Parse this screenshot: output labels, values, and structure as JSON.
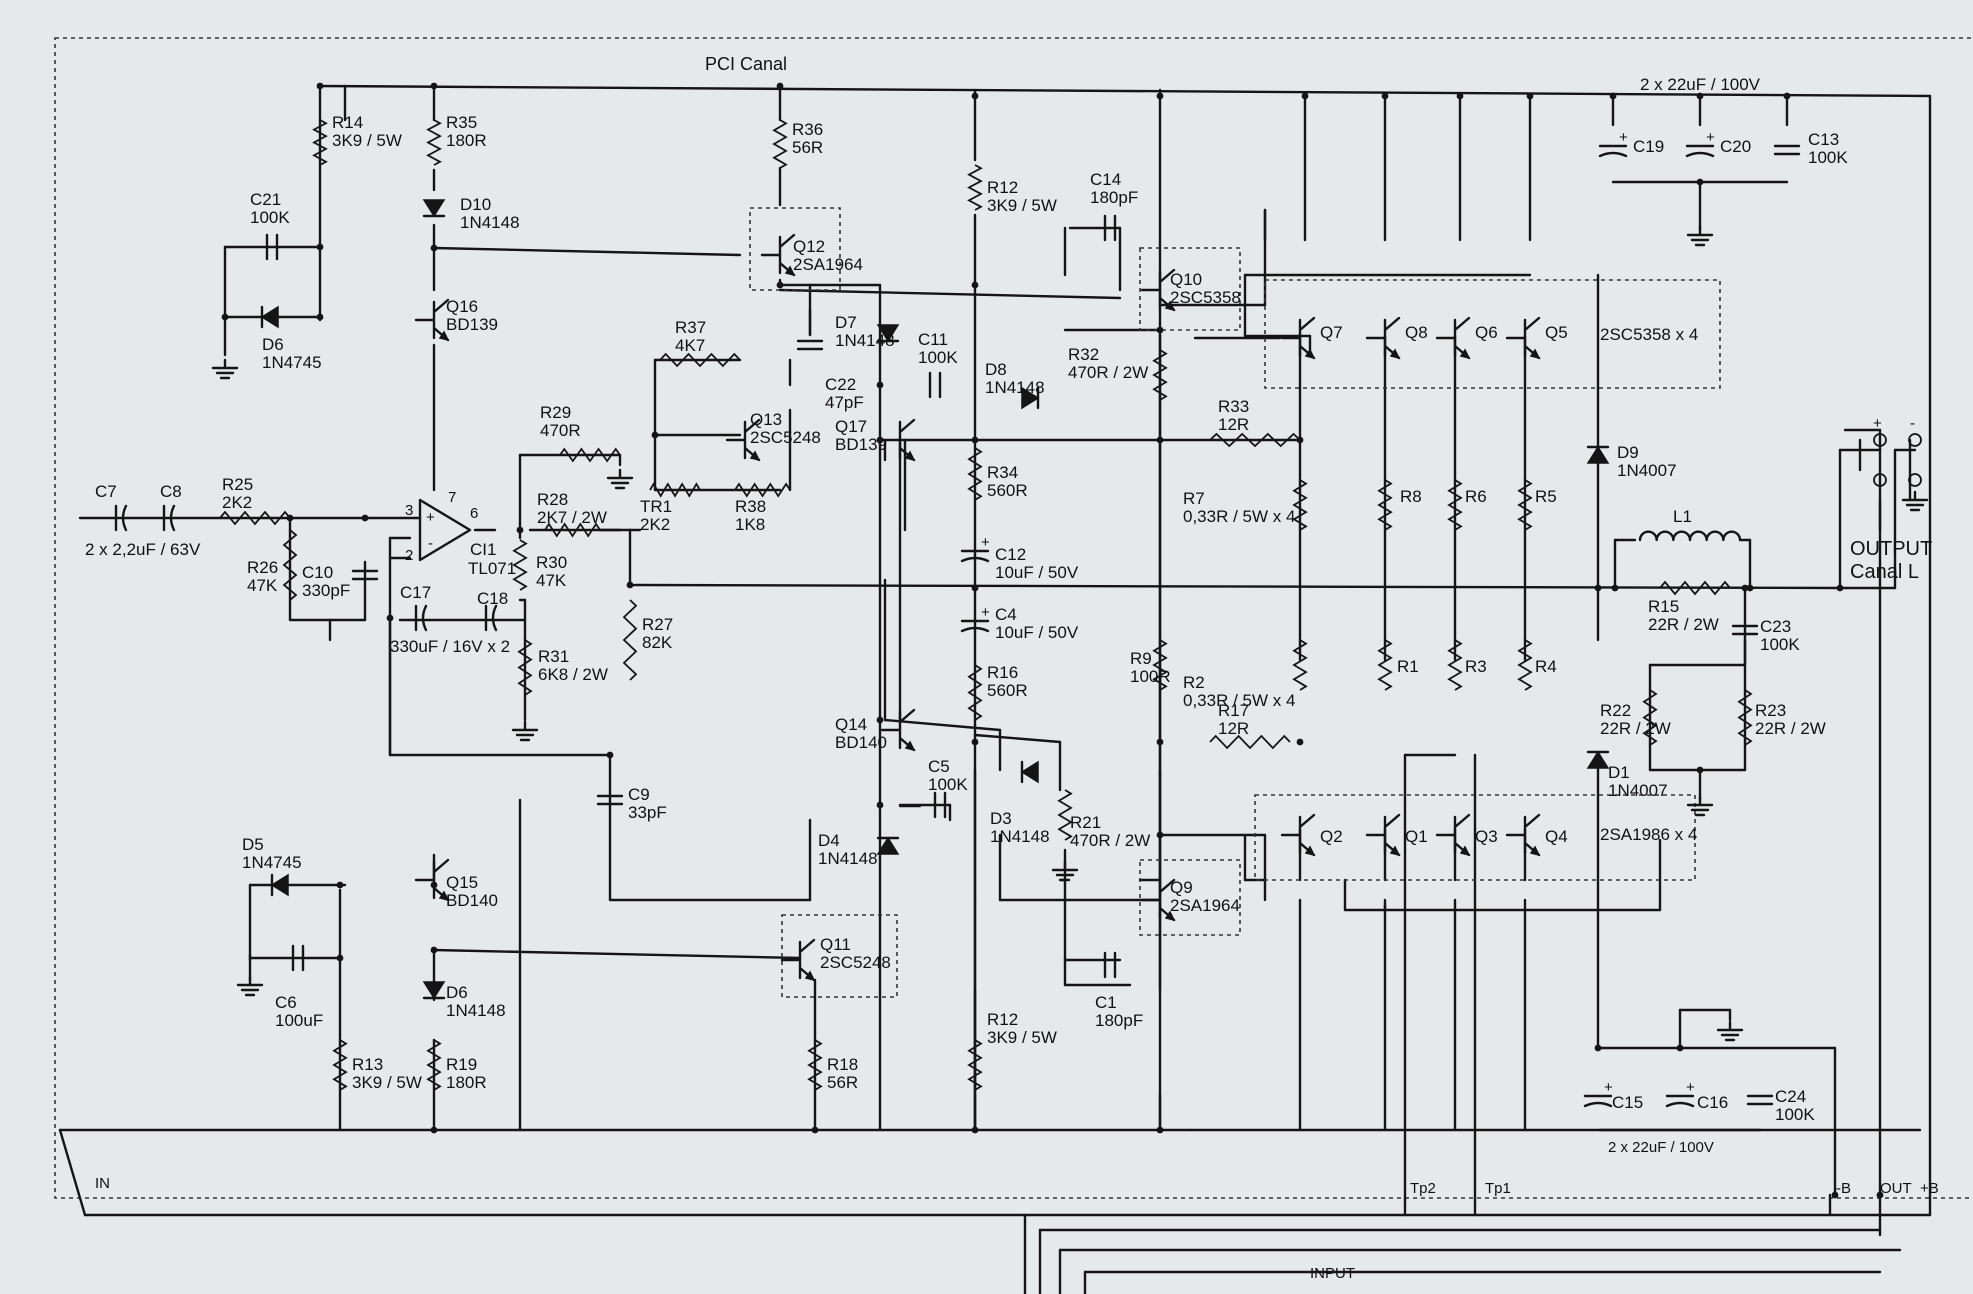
{
  "board_title": "PCI Canal",
  "caps_top_note": "2 x 22uF / 100V",
  "caps_bottom_note": "2 x 22uF / 100V",
  "output_label_1": "OUTPUT",
  "output_label_2": "Canal L",
  "input_caps_note": "2 x 2,2uF / 63V",
  "input_label": "INPUT",
  "terminals": {
    "in": "IN",
    "tp2": "Tp2",
    "tp1": "Tp1",
    "minus_b": "-B",
    "out": "OUT",
    "plus_b": "+B"
  },
  "nmos_group": "2SC5358 x 4",
  "pmos_group": "2SA1986 x 4",
  "opamp": {
    "ref": "CI1",
    "part": "TL071",
    "pin_plus": "3",
    "pin_minus": "2",
    "pin_out": "6",
    "pin_supply": "7"
  },
  "symbols": {
    "plus_terminal": "+",
    "minus_terminal": "-"
  },
  "components": {
    "R14": [
      "R14",
      "3K9 / 5W"
    ],
    "R35": [
      "R35",
      "180R"
    ],
    "D10": [
      "D10",
      "1N4148"
    ],
    "C21": [
      "C21",
      "100K"
    ],
    "Q16": [
      "Q16",
      "BD139"
    ],
    "D6a": [
      "D6",
      "1N4745"
    ],
    "R36": [
      "R36",
      "56R"
    ],
    "Q12": [
      "Q12",
      "2SA1964"
    ],
    "R12a": [
      "R12",
      "3K9 / 5W"
    ],
    "C14": [
      "C14",
      "180pF"
    ],
    "Q10": [
      "Q10",
      "2SC5358"
    ],
    "C19": [
      "C19",
      ""
    ],
    "C20": [
      "C20",
      ""
    ],
    "C13": [
      "C13",
      "100K"
    ],
    "R37": [
      "R37",
      "4K7"
    ],
    "D7": [
      "D7",
      "1N4148"
    ],
    "C11": [
      "C11",
      "100K"
    ],
    "D8": [
      "D8",
      "1N4148"
    ],
    "R32": [
      "R32",
      "470R / 2W"
    ],
    "C22": [
      "C22",
      "47pF"
    ],
    "Q13": [
      "Q13",
      "2SC5248"
    ],
    "Q17": [
      "Q17",
      "BD139"
    ],
    "R29": [
      "R29",
      "470R"
    ],
    "R33": [
      "R33",
      "12R"
    ],
    "D9": [
      "D9",
      "1N4007"
    ],
    "C7": [
      "C7",
      ""
    ],
    "C8": [
      "C8",
      ""
    ],
    "R25": [
      "R25",
      "2K2"
    ],
    "TR1": [
      "TR1",
      "2K2"
    ],
    "R38": [
      "R38",
      "1K8"
    ],
    "R34": [
      "R34",
      "560R"
    ],
    "R7": [
      "R7",
      "0,33R / 5W x 4"
    ],
    "R8": [
      "R8",
      ""
    ],
    "R6": [
      "R6",
      ""
    ],
    "R5": [
      "R5",
      ""
    ],
    "R28": [
      "R28",
      "2K7 / 2W"
    ],
    "R26": [
      "R26",
      "47K"
    ],
    "C10": [
      "C10",
      "330pF"
    ],
    "R30": [
      "R30",
      "47K"
    ],
    "C12": [
      "C12",
      "10uF / 50V"
    ],
    "L1": [
      "L1",
      ""
    ],
    "R15": [
      "R15",
      "22R / 2W"
    ],
    "C17": [
      "C17",
      ""
    ],
    "C18": [
      "C18",
      ""
    ],
    "C17_18_note": [
      "330uF / 16V x 2",
      ""
    ],
    "C4": [
      "C4",
      "10uF / 50V"
    ],
    "C23": [
      "C23",
      "100K"
    ],
    "R27": [
      "R27",
      "82K"
    ],
    "R31": [
      "R31",
      "6K8 / 2W"
    ],
    "R9": [
      "R9",
      "100R"
    ],
    "R2": [
      "R2",
      "0,33R / 5W x 4"
    ],
    "R1": [
      "R1",
      ""
    ],
    "R3": [
      "R3",
      ""
    ],
    "R4": [
      "R4",
      ""
    ],
    "R16": [
      "R16",
      "560R"
    ],
    "R22": [
      "R22",
      "22R / 2W"
    ],
    "R23": [
      "R23",
      "22R / 2W"
    ],
    "R17": [
      "R17",
      "12R"
    ],
    "Q14": [
      "Q14",
      "BD140"
    ],
    "C5": [
      "C5",
      "100K"
    ],
    "D1": [
      "D1",
      "1N4007"
    ],
    "C9": [
      "C9",
      "33pF"
    ],
    "D3": [
      "D3",
      "1N4148"
    ],
    "R21": [
      "R21",
      "470R / 2W"
    ],
    "D4": [
      "D4",
      "1N4148"
    ],
    "D5": [
      "D5",
      "1N4745"
    ],
    "Q15": [
      "Q15",
      "BD140"
    ],
    "Q9": [
      "Q9",
      "2SA1964"
    ],
    "Q11": [
      "Q11",
      "2SC5248"
    ],
    "C6": [
      "C6",
      "100uF"
    ],
    "C1": [
      "C1",
      "180pF"
    ],
    "D6b": [
      "D6",
      "1N4148"
    ],
    "R19": [
      "R19",
      "180R"
    ],
    "R13": [
      "R13",
      "3K9 / 5W"
    ],
    "R18": [
      "R18",
      "56R"
    ],
    "R12b": [
      "R12",
      "3K9 / 5W"
    ],
    "C15": [
      "C15",
      ""
    ],
    "C16": [
      "C16",
      ""
    ],
    "C24": [
      "C24",
      "100K"
    ],
    "Q7": [
      "Q7",
      ""
    ],
    "Q8": [
      "Q8",
      ""
    ],
    "Q6": [
      "Q6",
      ""
    ],
    "Q5": [
      "Q5",
      ""
    ],
    "Q2": [
      "Q2",
      ""
    ],
    "Q1": [
      "Q1",
      ""
    ],
    "Q3": [
      "Q3",
      ""
    ],
    "Q4": [
      "Q4",
      ""
    ]
  }
}
